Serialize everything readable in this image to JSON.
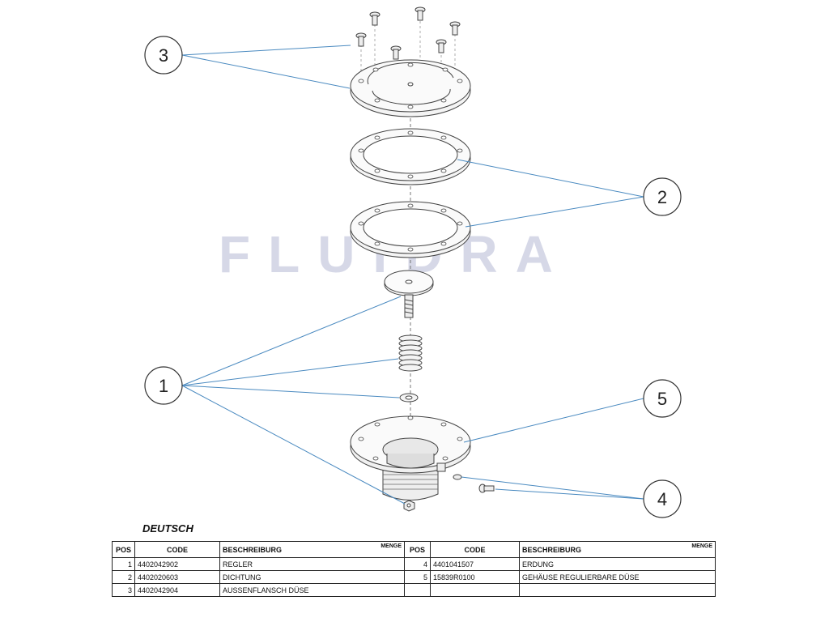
{
  "watermark": "FLUIDRA",
  "callouts": [
    "1",
    "2",
    "3",
    "4",
    "5"
  ],
  "section_title": "DEUTSCH",
  "table": {
    "headers": {
      "pos": "POS",
      "code": "CODE",
      "description": "BESCHREIBURG",
      "qty": "MENGE"
    },
    "left_rows": [
      {
        "pos": "1",
        "code": "4402042902",
        "description": "REGLER"
      },
      {
        "pos": "2",
        "code": "4402020603",
        "description": "DICHTUNG"
      },
      {
        "pos": "3",
        "code": "4402042904",
        "description": "AUSSENFLANSCH DÜSE"
      }
    ],
    "right_rows": [
      {
        "pos": "4",
        "code": "4401041507",
        "description": "ERDUNG"
      },
      {
        "pos": "5",
        "code": "15839R0100",
        "description": "GEHÄUSE REGULIERBARE DÜSE"
      },
      {
        "pos": "",
        "code": "",
        "description": ""
      }
    ]
  }
}
